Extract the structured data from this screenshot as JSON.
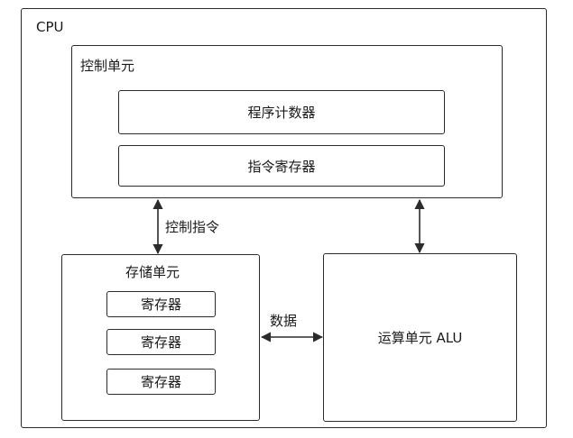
{
  "cpu": {
    "label": "CPU"
  },
  "control_unit": {
    "label": "控制单元",
    "program_counter": "程序计数器",
    "instruction_register": "指令寄存器"
  },
  "storage_unit": {
    "label": "存储单元",
    "registers": [
      "寄存器",
      "寄存器",
      "寄存器"
    ]
  },
  "alu": {
    "label": "运算单元 ALU"
  },
  "connections": {
    "control_instruction": "控制指令",
    "data": "数据"
  },
  "colors": {
    "stroke": "#2b2b2b",
    "background": "#ffffff"
  }
}
